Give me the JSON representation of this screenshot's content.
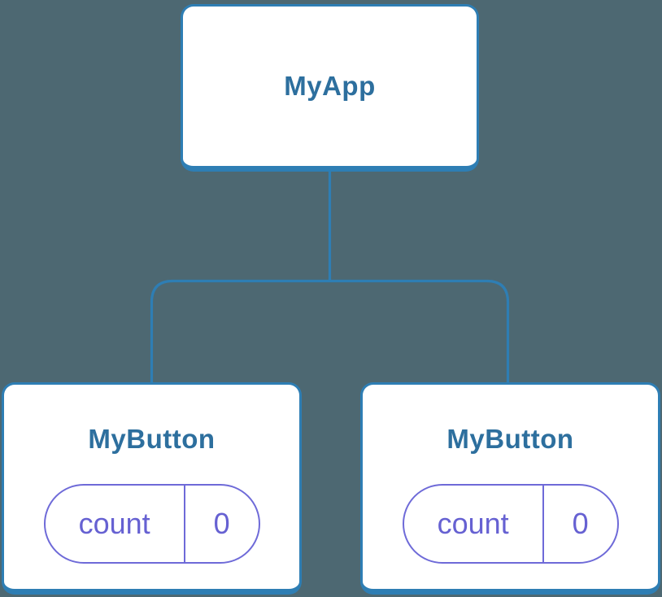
{
  "diagram": {
    "type": "component-tree",
    "root": {
      "label": "MyApp"
    },
    "children": [
      {
        "label": "MyButton",
        "state": {
          "key": "count",
          "value": "0"
        }
      },
      {
        "label": "MyButton",
        "state": {
          "key": "count",
          "value": "0"
        }
      }
    ],
    "edges": [
      {
        "from": "MyApp",
        "to": "MyButton (left)"
      },
      {
        "from": "MyApp",
        "to": "MyButton (right)"
      }
    ]
  },
  "colors": {
    "background": "#4d6872",
    "node_border": "#2e7eb4",
    "node_fill": "#ffffff",
    "node_title": "#2d6f9e",
    "state_accent": "#6e6ad8",
    "state_text": "#6661d2"
  }
}
